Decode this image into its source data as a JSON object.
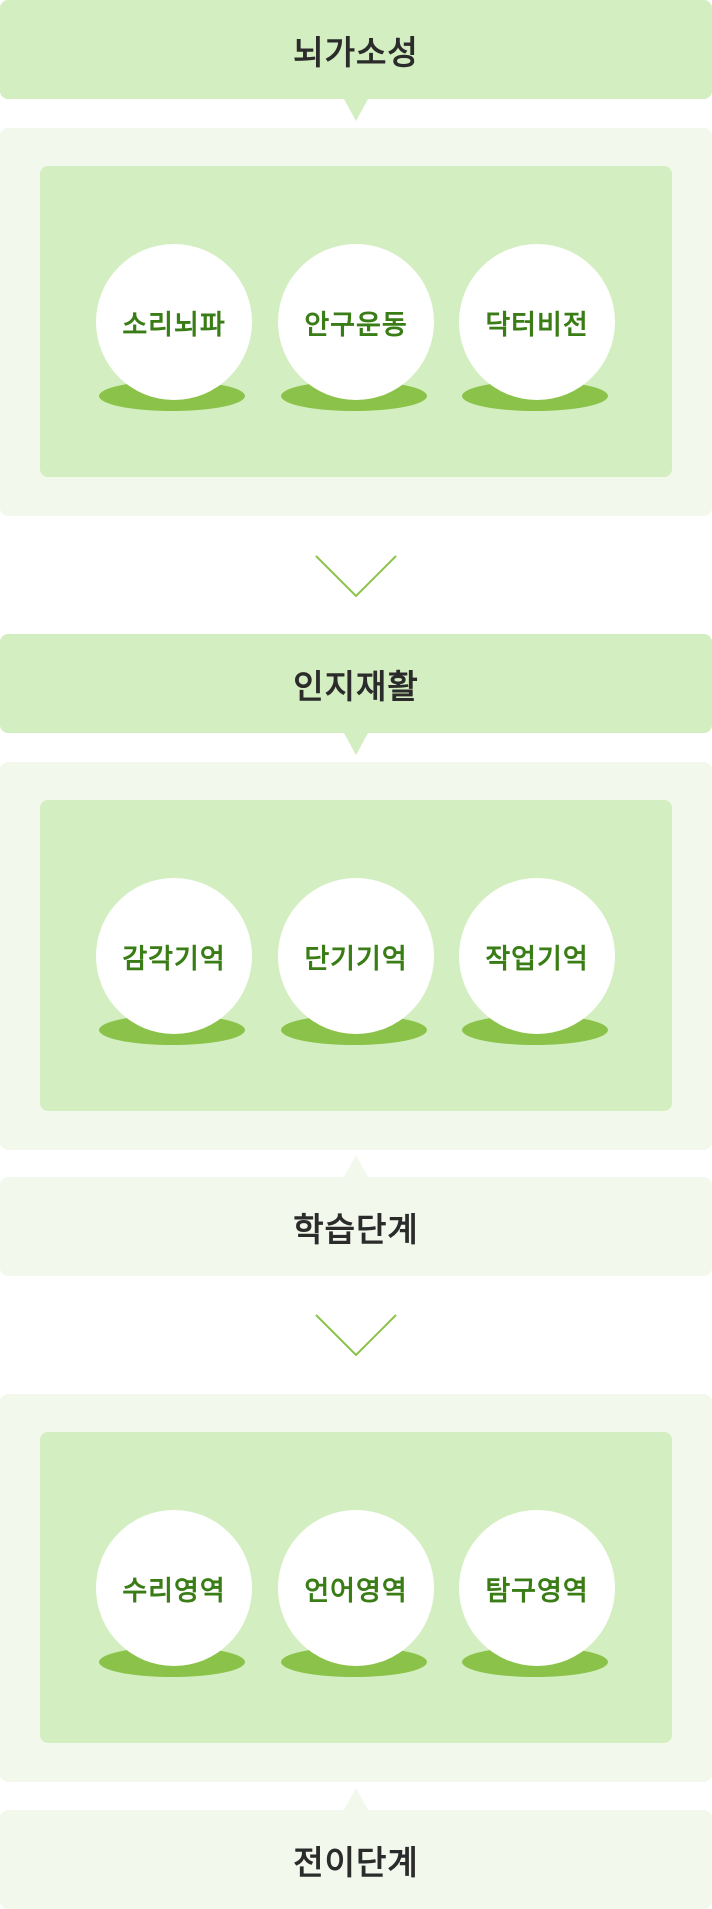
{
  "stages": [
    {
      "title": "뇌가소성",
      "items": [
        "소리뇌파",
        "안구운동",
        "닥터비전"
      ]
    },
    {
      "title": "인지재활",
      "items": [
        "감각기억",
        "단기기억",
        "작업기억"
      ],
      "result": "학습단계"
    },
    {
      "items": [
        "수리영역",
        "언어영역",
        "탐구영역"
      ],
      "result": "전이단계"
    }
  ],
  "colors": {
    "header_dark": "#d3eec0",
    "header_light": "#f2f8ec",
    "circle_text": "#3a7d16",
    "shadow": "#8bc34a",
    "chevron": "#8bc34a"
  }
}
